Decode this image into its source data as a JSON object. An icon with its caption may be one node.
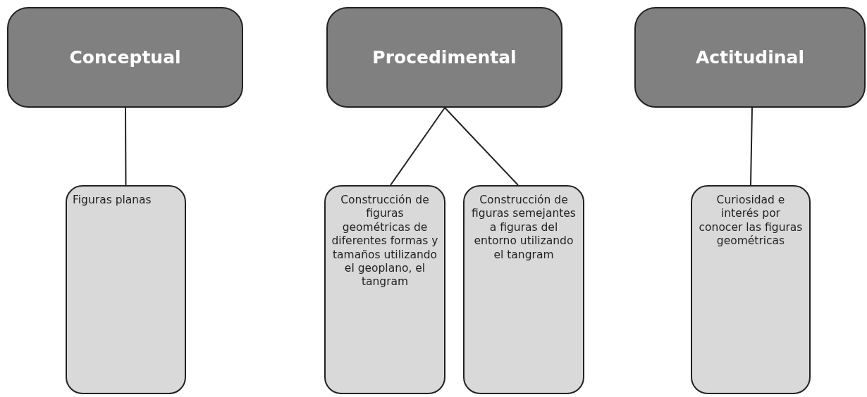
{
  "diagram": {
    "nodes": [
      {
        "text": [
          "Conceptual"
        ]
      },
      {
        "text": [
          "Procedimental"
        ]
      },
      {
        "text": [
          "Actitudinal"
        ]
      },
      {
        "text": [
          "Figuras planas"
        ]
      },
      {
        "text": [
          "Construcción de figuras geométricas de diferentes formas y tamaños utilizando el geoplano, el tangram"
        ]
      },
      {
        "text": [
          "Construcción de figuras semejantes a figuras del entorno utilizando el tangram"
        ]
      },
      {
        "text": [
          "Curiosidad e interés por conocer las figuras geométricas"
        ]
      }
    ],
    "edges": [
      {
        "from": 0,
        "to": 3,
        "arrow": "none"
      },
      {
        "from": 1,
        "to": 4,
        "arrow": "none"
      },
      {
        "from": 1,
        "to": 5,
        "arrow": "none"
      },
      {
        "from": 2,
        "to": 6,
        "arrow": "none"
      }
    ]
  }
}
